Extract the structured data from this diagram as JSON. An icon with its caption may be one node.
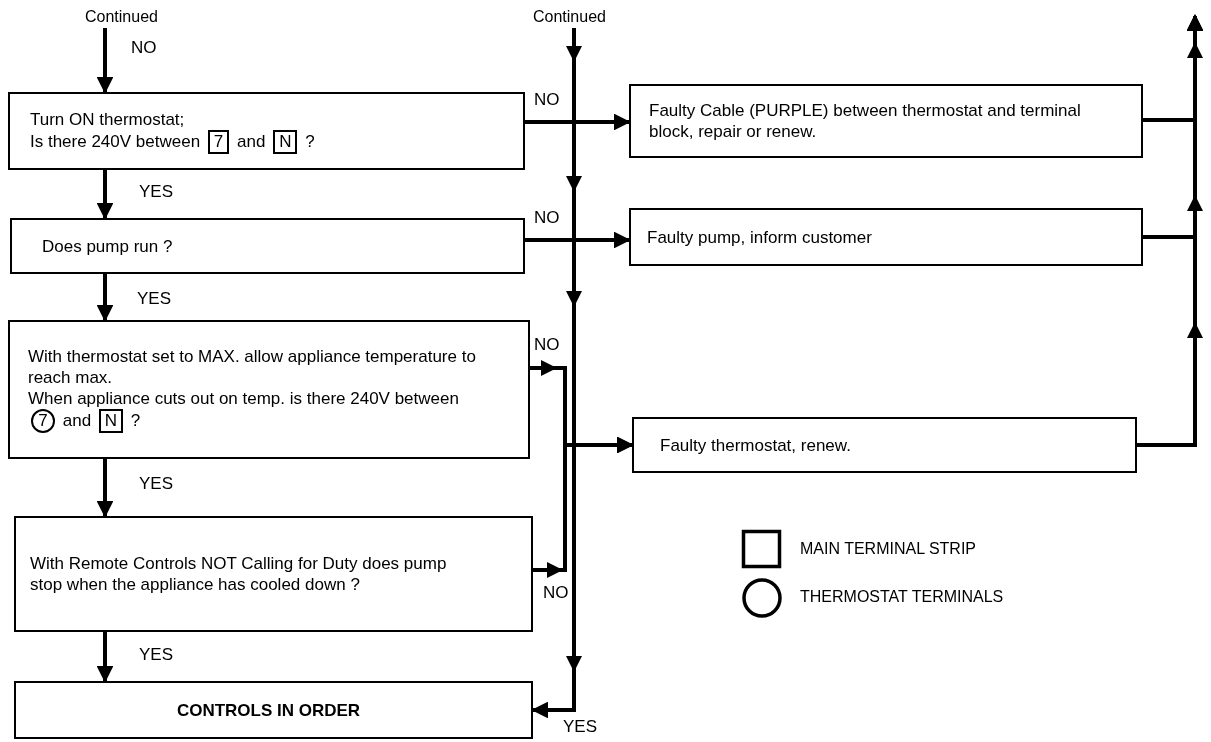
{
  "diagram": {
    "nodes": [
      {
        "text": [
          "Continued"
        ]
      },
      {
        "text": [
          "Continued"
        ]
      },
      {
        "text": [
          "Turn ON thermostat;",
          "Is there 240V between",
          "7",
          "and",
          "N",
          "?"
        ]
      },
      {
        "text": [
          "Does pump run ?"
        ]
      },
      {
        "text": [
          "With thermostat set to MAX. allow appliance temperature to reach max.",
          "When appliance cuts out on temp. is there 240V between",
          "7",
          "and",
          "N",
          "?"
        ]
      },
      {
        "text": [
          "With Remote Controls NOT Calling for Duty does pump stop when the appliance has cooled down ?"
        ]
      },
      {
        "text": [
          "CONTROLS IN ORDER"
        ]
      },
      {
        "text": [
          "Faulty Cable (PURPLE) between thermostat and terminal block, repair or renew."
        ]
      },
      {
        "text": [
          "Faulty pump, inform customer"
        ]
      },
      {
        "text": [
          "Faulty thermostat, renew."
        ]
      }
    ],
    "edges": [
      {
        "from": 0,
        "to": 2,
        "arrow": "to",
        "label": "NO"
      },
      {
        "from": 2,
        "to": 3,
        "arrow": "to",
        "label": "YES"
      },
      {
        "from": 3,
        "to": 4,
        "arrow": "to",
        "label": "YES"
      },
      {
        "from": 4,
        "to": 5,
        "arrow": "to",
        "label": "YES"
      },
      {
        "from": 5,
        "to": 6,
        "arrow": "to",
        "label": "YES"
      },
      {
        "from": 2,
        "to": 7,
        "arrow": "to",
        "label": "NO"
      },
      {
        "from": 3,
        "to": 8,
        "arrow": "to",
        "label": "NO"
      },
      {
        "from": 4,
        "to": 9,
        "arrow": "to",
        "label": "NO"
      },
      {
        "from": 5,
        "to": 9,
        "arrow": "to",
        "label": "NO"
      },
      {
        "from": 1,
        "to": 6,
        "arrow": "to",
        "label": "YES"
      },
      {
        "from": 7,
        "to": null,
        "arrow": "to"
      },
      {
        "from": 8,
        "to": null,
        "arrow": "to"
      },
      {
        "from": 9,
        "to": null,
        "arrow": "to"
      }
    ],
    "legend": [
      {
        "text": "MAIN TERMINAL STRIP"
      },
      {
        "text": "THERMOSTAT TERMINALS"
      }
    ]
  }
}
